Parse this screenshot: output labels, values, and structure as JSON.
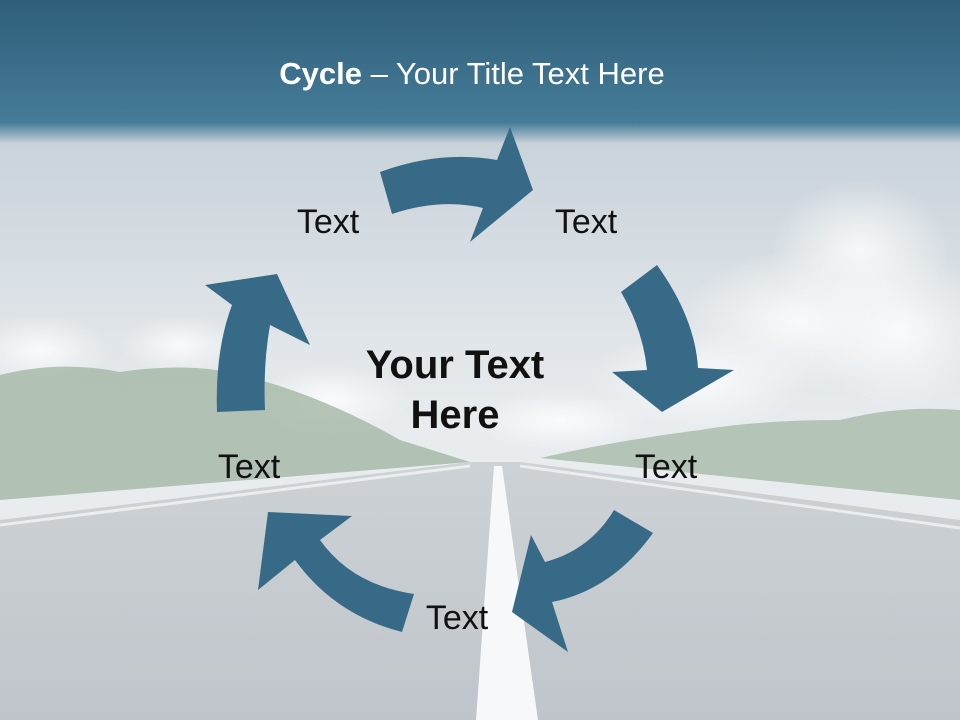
{
  "slide": {
    "title_bold": "Cycle",
    "title_rest": " – Your Title Text Here",
    "center_text_line1": "Your Text",
    "center_text_line2": "Here"
  },
  "cycle": {
    "nodes": [
      {
        "label": "Text"
      },
      {
        "label": "Text"
      },
      {
        "label": "Text"
      },
      {
        "label": "Text"
      },
      {
        "label": "Text"
      }
    ]
  },
  "colors": {
    "arrow": "#376a86",
    "title_band": "#3a6f8c",
    "text": "#111111",
    "title_text": "#ffffff"
  }
}
